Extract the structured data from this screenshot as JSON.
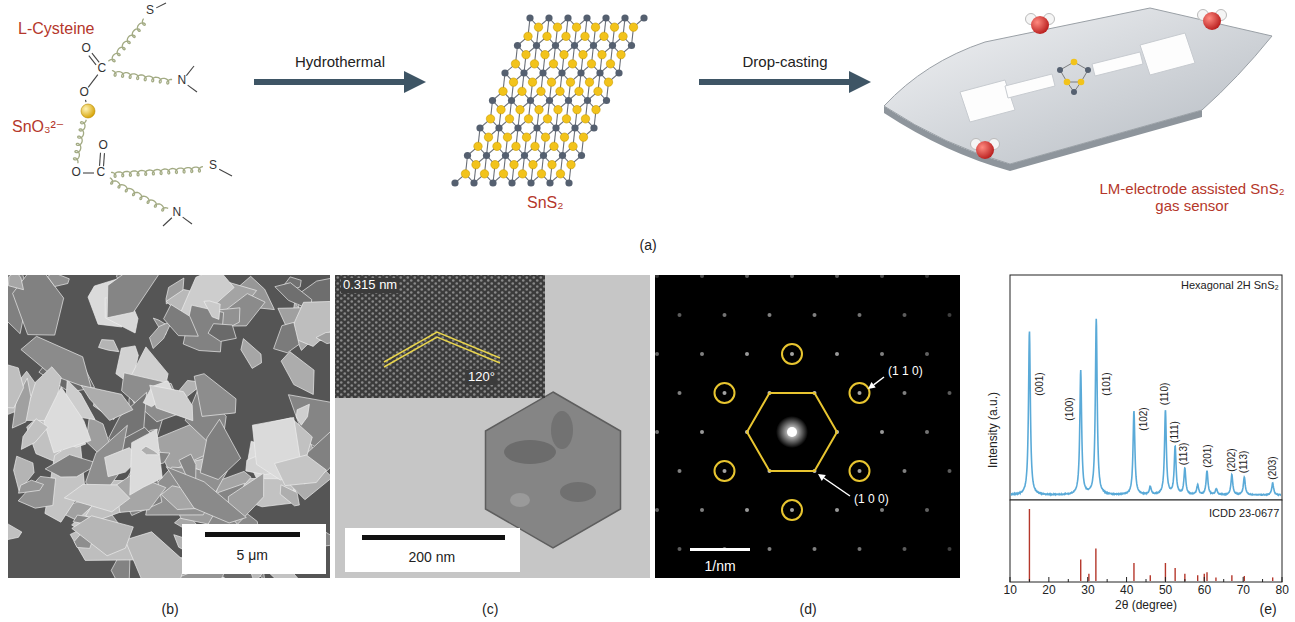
{
  "diagram": {
    "nodes": [
      {
        "text": [
          "L-Cysteine",
          "SnO₃²⁻"
        ]
      },
      {
        "text": [
          "SnS₂"
        ]
      },
      {
        "text": [
          "LM-electrode assisted SnS₂ gas sensor"
        ]
      }
    ],
    "edges": [
      {
        "from": 0,
        "to": 1,
        "arrow": "to",
        "label": "Hydrothermal"
      },
      {
        "from": 1,
        "to": 2,
        "arrow": "to",
        "label": "Drop-casting"
      }
    ],
    "labels": [
      "S",
      "O",
      "C",
      "N",
      "O",
      "O",
      "O",
      "C",
      "S",
      "N",
      "(a)",
      "5 μm",
      "(b)",
      "0.315 nm",
      "120°",
      "200 nm",
      "(c)",
      "(1 1 0)",
      "(1 0 0)",
      "1/nm",
      "(d)",
      "Hexagonal 2H SnS₂",
      "(001)",
      "(100)",
      "(101)",
      "(102)",
      "(110)",
      "(111)",
      "(113)",
      "(201)",
      "(202)",
      "(113)",
      "(203)",
      "ICDD 23-0677",
      "Intensity (a.u.)",
      "10",
      "20",
      "30",
      "40",
      "50",
      "60",
      "70",
      "80",
      "2θ (degree)",
      "(e)"
    ]
  }
}
